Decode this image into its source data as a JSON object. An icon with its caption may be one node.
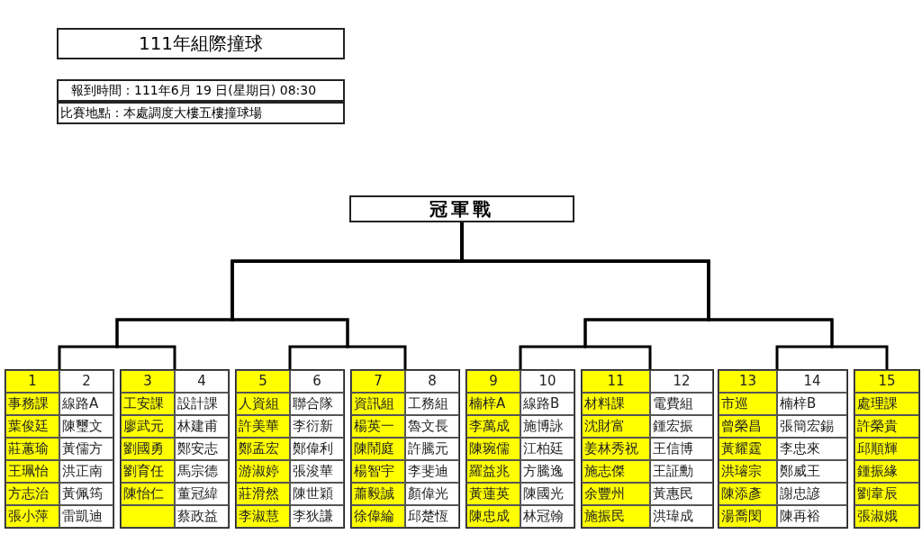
{
  "diagram": {
    "title": "111年組際撞球",
    "nodes": [
      {
        "text": [
          "冠軍戰"
        ]
      },
      {
        "text": [],
        "shape": "box"
      },
      {
        "text": [
          "1",
          "事務課",
          "葉俊廷",
          "莊蕙瑜",
          "王珮怡",
          "方志治",
          "張小萍"
        ],
        "in": 1
      },
      {
        "text": [
          "2",
          "線路A",
          "陳璽文",
          "黃儒方",
          "洪正南",
          "黃佩筠",
          "雷凱迪"
        ],
        "in": 1
      },
      {
        "text": [],
        "shape": "box"
      },
      {
        "text": [
          "3",
          "工安課",
          "廖武元",
          "劉國勇",
          "劉育任",
          "陳怡仁"
        ],
        "in": 4
      },
      {
        "text": [
          "4",
          "設計課",
          "林建甫",
          "鄭安志",
          "馬宗德",
          "董冠緯",
          "蔡政益"
        ],
        "in": 4
      },
      {
        "text": [],
        "shape": "box"
      },
      {
        "text": [
          "5",
          "人資組",
          "許美華",
          "鄭孟宏",
          "游淑婷",
          "莊滑然",
          "李淑慧"
        ],
        "in": 7
      },
      {
        "text": [
          "6",
          "聯合隊",
          "李衍新",
          "鄭偉利",
          "張浚華",
          "陳世穎",
          "李狄謙"
        ],
        "in": 7
      },
      {
        "text": [],
        "shape": "box"
      },
      {
        "text": [
          "7",
          "資訊組",
          "楊英一",
          "陳鬧庭",
          "楊智宇",
          "蕭毅誠",
          "徐偉綸"
        ],
        "in": 10
      },
      {
        "text": [
          "8",
          "工務組",
          "魯文長",
          "許騰元",
          "李斐迪",
          "顏偉光",
          "邱楚恆"
        ],
        "in": 10
      },
      {
        "text": [],
        "shape": "box"
      },
      {
        "text": [
          "9",
          "楠梓A",
          "李萬成",
          "陳琬儒",
          "羅益兆",
          "黃蓮英",
          "陳忠成"
        ],
        "in": 13
      },
      {
        "text": [
          "10",
          "線路B",
          "施博詠",
          "江柏廷",
          "方騰逸",
          "陳國光",
          "林冠翰"
        ],
        "in": 13
      },
      {
        "text": [],
        "shape": "box"
      },
      {
        "text": [
          "11",
          "材料課",
          "沈財富",
          "姜林秀祝",
          "施志傑",
          "余豐州",
          "施振民"
        ],
        "in": 16
      },
      {
        "text": [
          "12",
          "電費組",
          "鍾宏振",
          "王信博",
          "王証勳",
          "黃惠民",
          "洪瑋成"
        ],
        "in": 16
      },
      {
        "text": [],
        "shape": "box"
      },
      {
        "text": [
          "13",
          "市巡",
          "曾榮昌",
          "黃耀霆",
          "洪璿宗",
          "陳添彥",
          "湯喬閔"
        ],
        "in": 19
      },
      {
        "text": [
          "14",
          "楠梓B",
          "張簡宏錫",
          "李忠來",
          "鄭威王",
          "謝忠諺",
          "陳再裕"
        ],
        "in": 19
      },
      {
        "text": [],
        "shape": "box"
      },
      {
        "text": [
          "15",
          "處理課",
          "許榮貴",
          "邱順輝",
          "鍾振緣",
          "劉韋辰",
          "張淑娥"
        ],
        "in": 22
      }
    ],
    "edges": [
      {
        "from": 1,
        "to": 0,
        "arrow": "none"
      },
      {
        "from": 4,
        "to": 0,
        "arrow": "none"
      },
      {
        "from": 7,
        "to": 0,
        "arrow": "none"
      },
      {
        "from": 10,
        "to": 0,
        "arrow": "none"
      },
      {
        "from": 13,
        "to": 0,
        "arrow": "none"
      },
      {
        "from": 16,
        "to": 0,
        "arrow": "none"
      },
      {
        "from": 19,
        "to": 0,
        "arrow": "none"
      },
      {
        "from": 22,
        "to": 0,
        "arrow": "none"
      }
    ],
    "labels": [
      "報到時間：111年6月 19 日(星期日) 08:30",
      "比賽地點：本處調度大樓五樓撞球場"
    ]
  }
}
